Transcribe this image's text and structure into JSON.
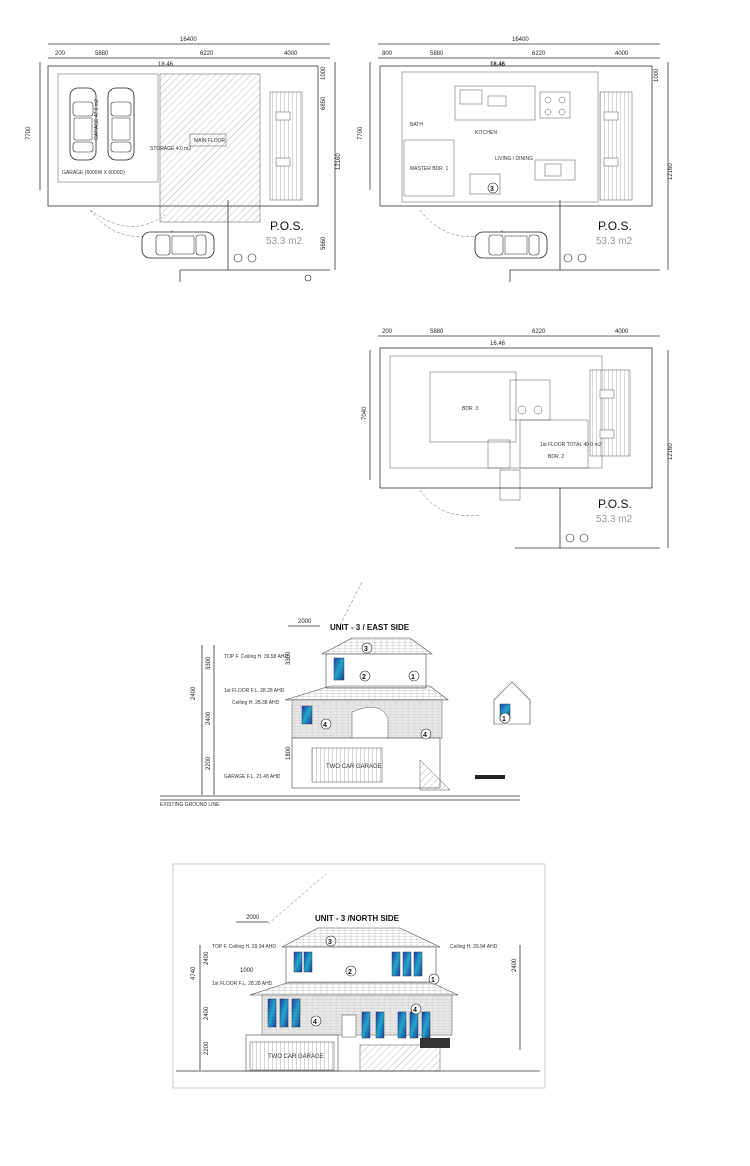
{
  "plans": [
    {
      "id": "ground",
      "overall_dim": "16400",
      "seg_dims": [
        "5880",
        "6220",
        "4000"
      ],
      "left_small": "200",
      "setback": "18.46",
      "side_dims": [
        "7700",
        "6850",
        "12160",
        "5660"
      ],
      "right_top": "1000",
      "pos_label": "P.O.S.",
      "pos_area": "53.3 m2",
      "room_labels": [
        "GARAGE (6000W X 6000D)",
        "GARAGE 47.6 m2",
        "MAIN FLOOR",
        "STORAGE 4.0 m2"
      ]
    },
    {
      "id": "first",
      "overall_dim": "16400",
      "seg_dims": [
        "5880",
        "6220",
        "4000"
      ],
      "left_small": "800",
      "setback": "18.46",
      "side_dims": [
        "7700",
        "12160"
      ],
      "right_top": "1000",
      "pos_label": "P.O.S.",
      "pos_area": "53.3 m2",
      "room_labels": [
        "MASTER BDR. 1",
        "LIVING / DINING",
        "KITCHEN",
        "BATH"
      ]
    },
    {
      "id": "upper",
      "seg_dims": [
        "5880",
        "6220",
        "4000"
      ],
      "left_small": "200",
      "setback": "16.46",
      "side_dims": [
        "7040",
        "12160"
      ],
      "pos_label": "P.O.S.",
      "pos_area": "53.3 m2",
      "room_labels": [
        "BDR. 3",
        "BDR. 2",
        "1st FLOOR TOTAL 40.0 m2"
      ]
    }
  ],
  "elevations": [
    {
      "id": "east",
      "title": "UNIT - 3 / EAST SIDE",
      "top_dim": "2000",
      "vert_dims": [
        "2400",
        "3300",
        "2400",
        "3300",
        "2200",
        "1800"
      ],
      "markers": [
        "3",
        "2",
        "1",
        "4",
        "4",
        "1"
      ],
      "level_labels": [
        "TOP F. Ceiling H. 39.58 AHD",
        "1st FLOOR F.L. 28.28 AHD",
        "Ceiling H. 28.38 AHD",
        "GARAGE F.L. 21.48 AHD",
        "EXISTING GROUND LINE"
      ],
      "garage_label": "TWO CAR GARAGE"
    },
    {
      "id": "north",
      "title": "UNIT - 3 /NORTH SIDE",
      "top_dim": "2000",
      "vert_dims": [
        "2400",
        "4740",
        "1000",
        "2400",
        "2200"
      ],
      "markers": [
        "3",
        "2",
        "1",
        "4",
        "4"
      ],
      "level_labels": [
        "TOP F. Ceiling H. 29.94 AHD",
        "1st FLOOR F.L. 28.28 AHD",
        "Ceiling H. 29.94 AHD"
      ],
      "garage_label": "TWO CAR GARAGE"
    }
  ]
}
